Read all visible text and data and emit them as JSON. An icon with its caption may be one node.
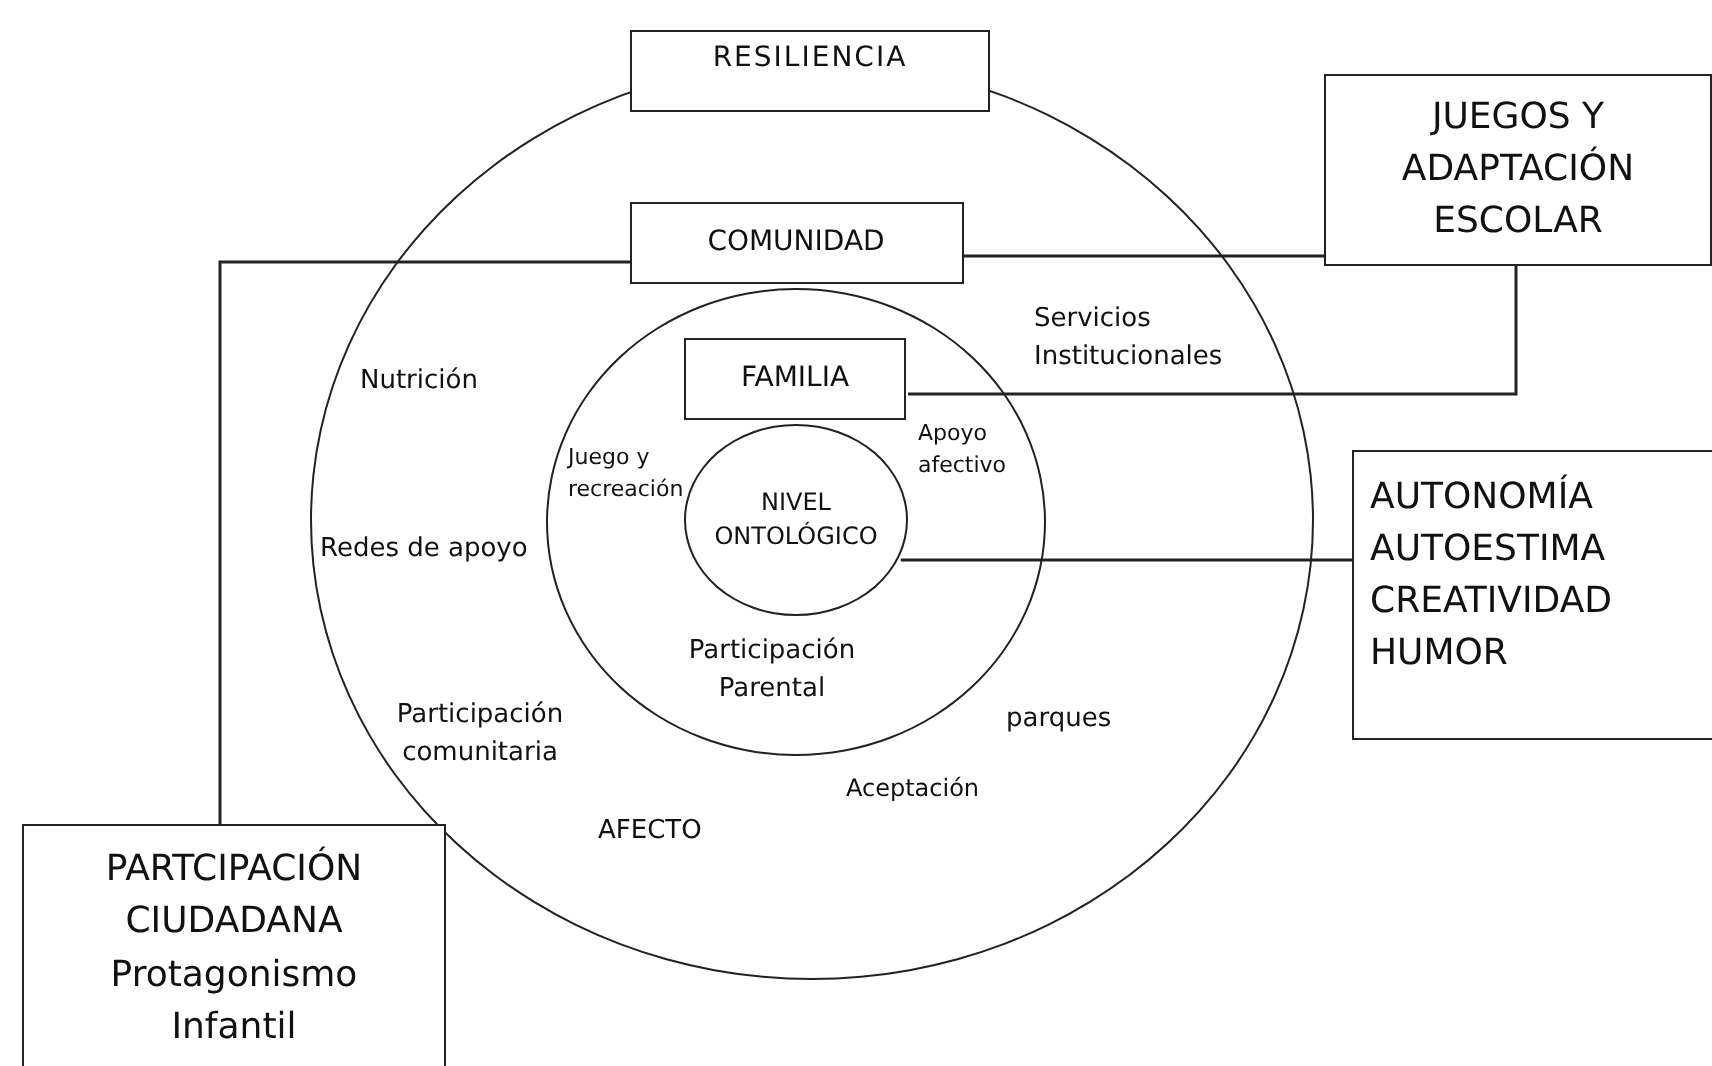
{
  "diagram": {
    "nodes": [
      {
        "text": [],
        "shape": "circle"
      },
      {
        "text": [
          "RESILIENCIA"
        ]
      },
      {
        "text": [],
        "shape": "circle",
        "in": 0
      },
      {
        "text": [
          "COMUNIDAD"
        ],
        "in": 0
      },
      {
        "text": [
          "FAMILIA"
        ],
        "in": 2
      },
      {
        "text": [
          "NIVEL ONTOLÓGICO"
        ],
        "in": 2
      },
      {
        "text": [
          "JUEGOS Y ADAPTACIÓN ESCOLAR"
        ]
      },
      {
        "text": [
          "AUTONOMÍA AUTOESTIMA CREATIVIDAD HUMOR"
        ]
      },
      {
        "text": [
          "PARTCIPACIÓN CIUDADANA",
          "Protagonismo Infantil"
        ]
      }
    ],
    "edges": [
      {
        "from": 3,
        "to": 6,
        "arrow": "none"
      },
      {
        "from": 4,
        "to": 6,
        "arrow": "none"
      },
      {
        "from": 5,
        "to": 7,
        "arrow": "none"
      },
      {
        "from": 3,
        "to": 8,
        "arrow": "none"
      }
    ],
    "labels": [
      "Servicios Institucionales",
      "Nutrición",
      "Juego y recreación",
      "Apoyo afectivo",
      "Redes de apoyo",
      "Participación Parental",
      "Participación comunitaria",
      "parques",
      "Aceptación",
      "AFECTO"
    ]
  }
}
